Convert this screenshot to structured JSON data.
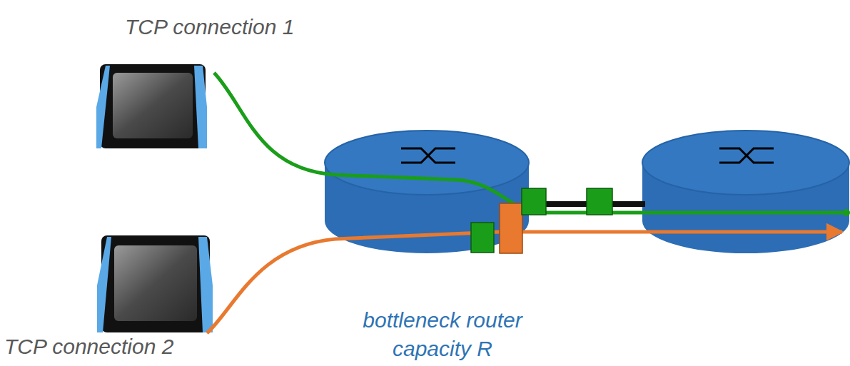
{
  "diagram": {
    "labels": [
      "TCP connection 1",
      "bottleneck router capacity R",
      "TCP connection 2"
    ]
  }
}
